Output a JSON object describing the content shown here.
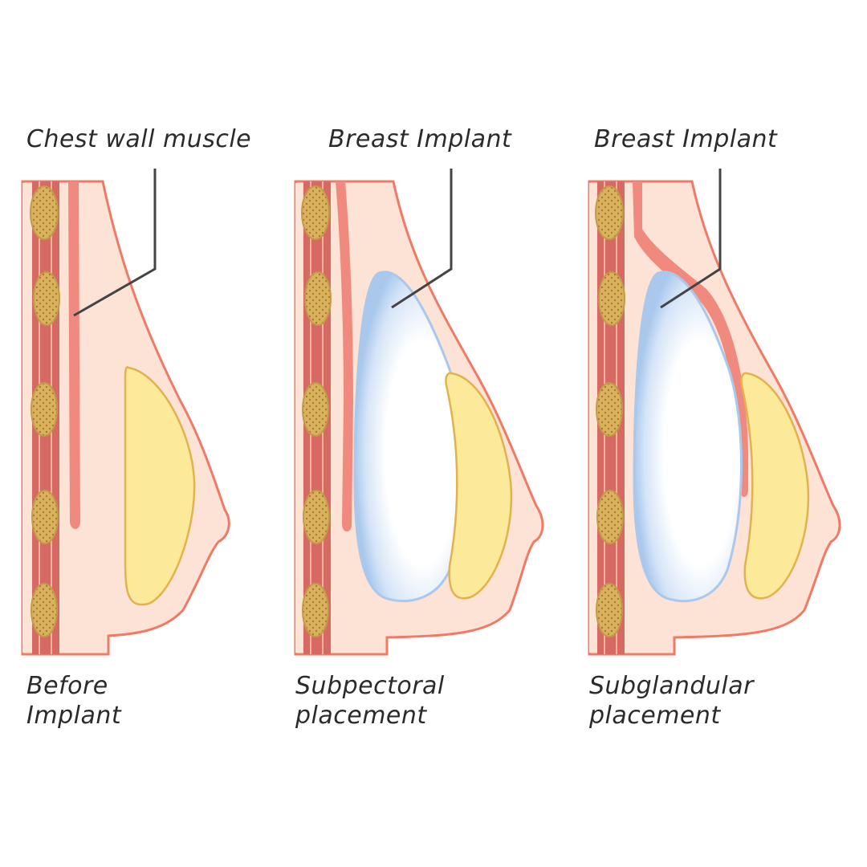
{
  "panels": [
    {
      "top_label": "Chest wall muscle",
      "caption_line1": "Before",
      "caption_line2": "Implant"
    },
    {
      "top_label": "Breast Implant",
      "caption_line1": "Subpectoral",
      "caption_line2": "placement"
    },
    {
      "top_label": "Breast Implant",
      "caption_line1": "Subglandular",
      "caption_line2": "placement"
    }
  ],
  "colors": {
    "skin_fill": "#fde2d6",
    "skin_outline": "#ef7a66",
    "muscle": "#f08a7e",
    "rib_band": "#d66a62",
    "rib_bone": "#d9b35c",
    "gland_fill": "#fde99a",
    "gland_outline": "#e2b24f",
    "implant_edge": "#a9c8ec",
    "pointer_line": "#444444",
    "text": "#2b2b2b"
  }
}
